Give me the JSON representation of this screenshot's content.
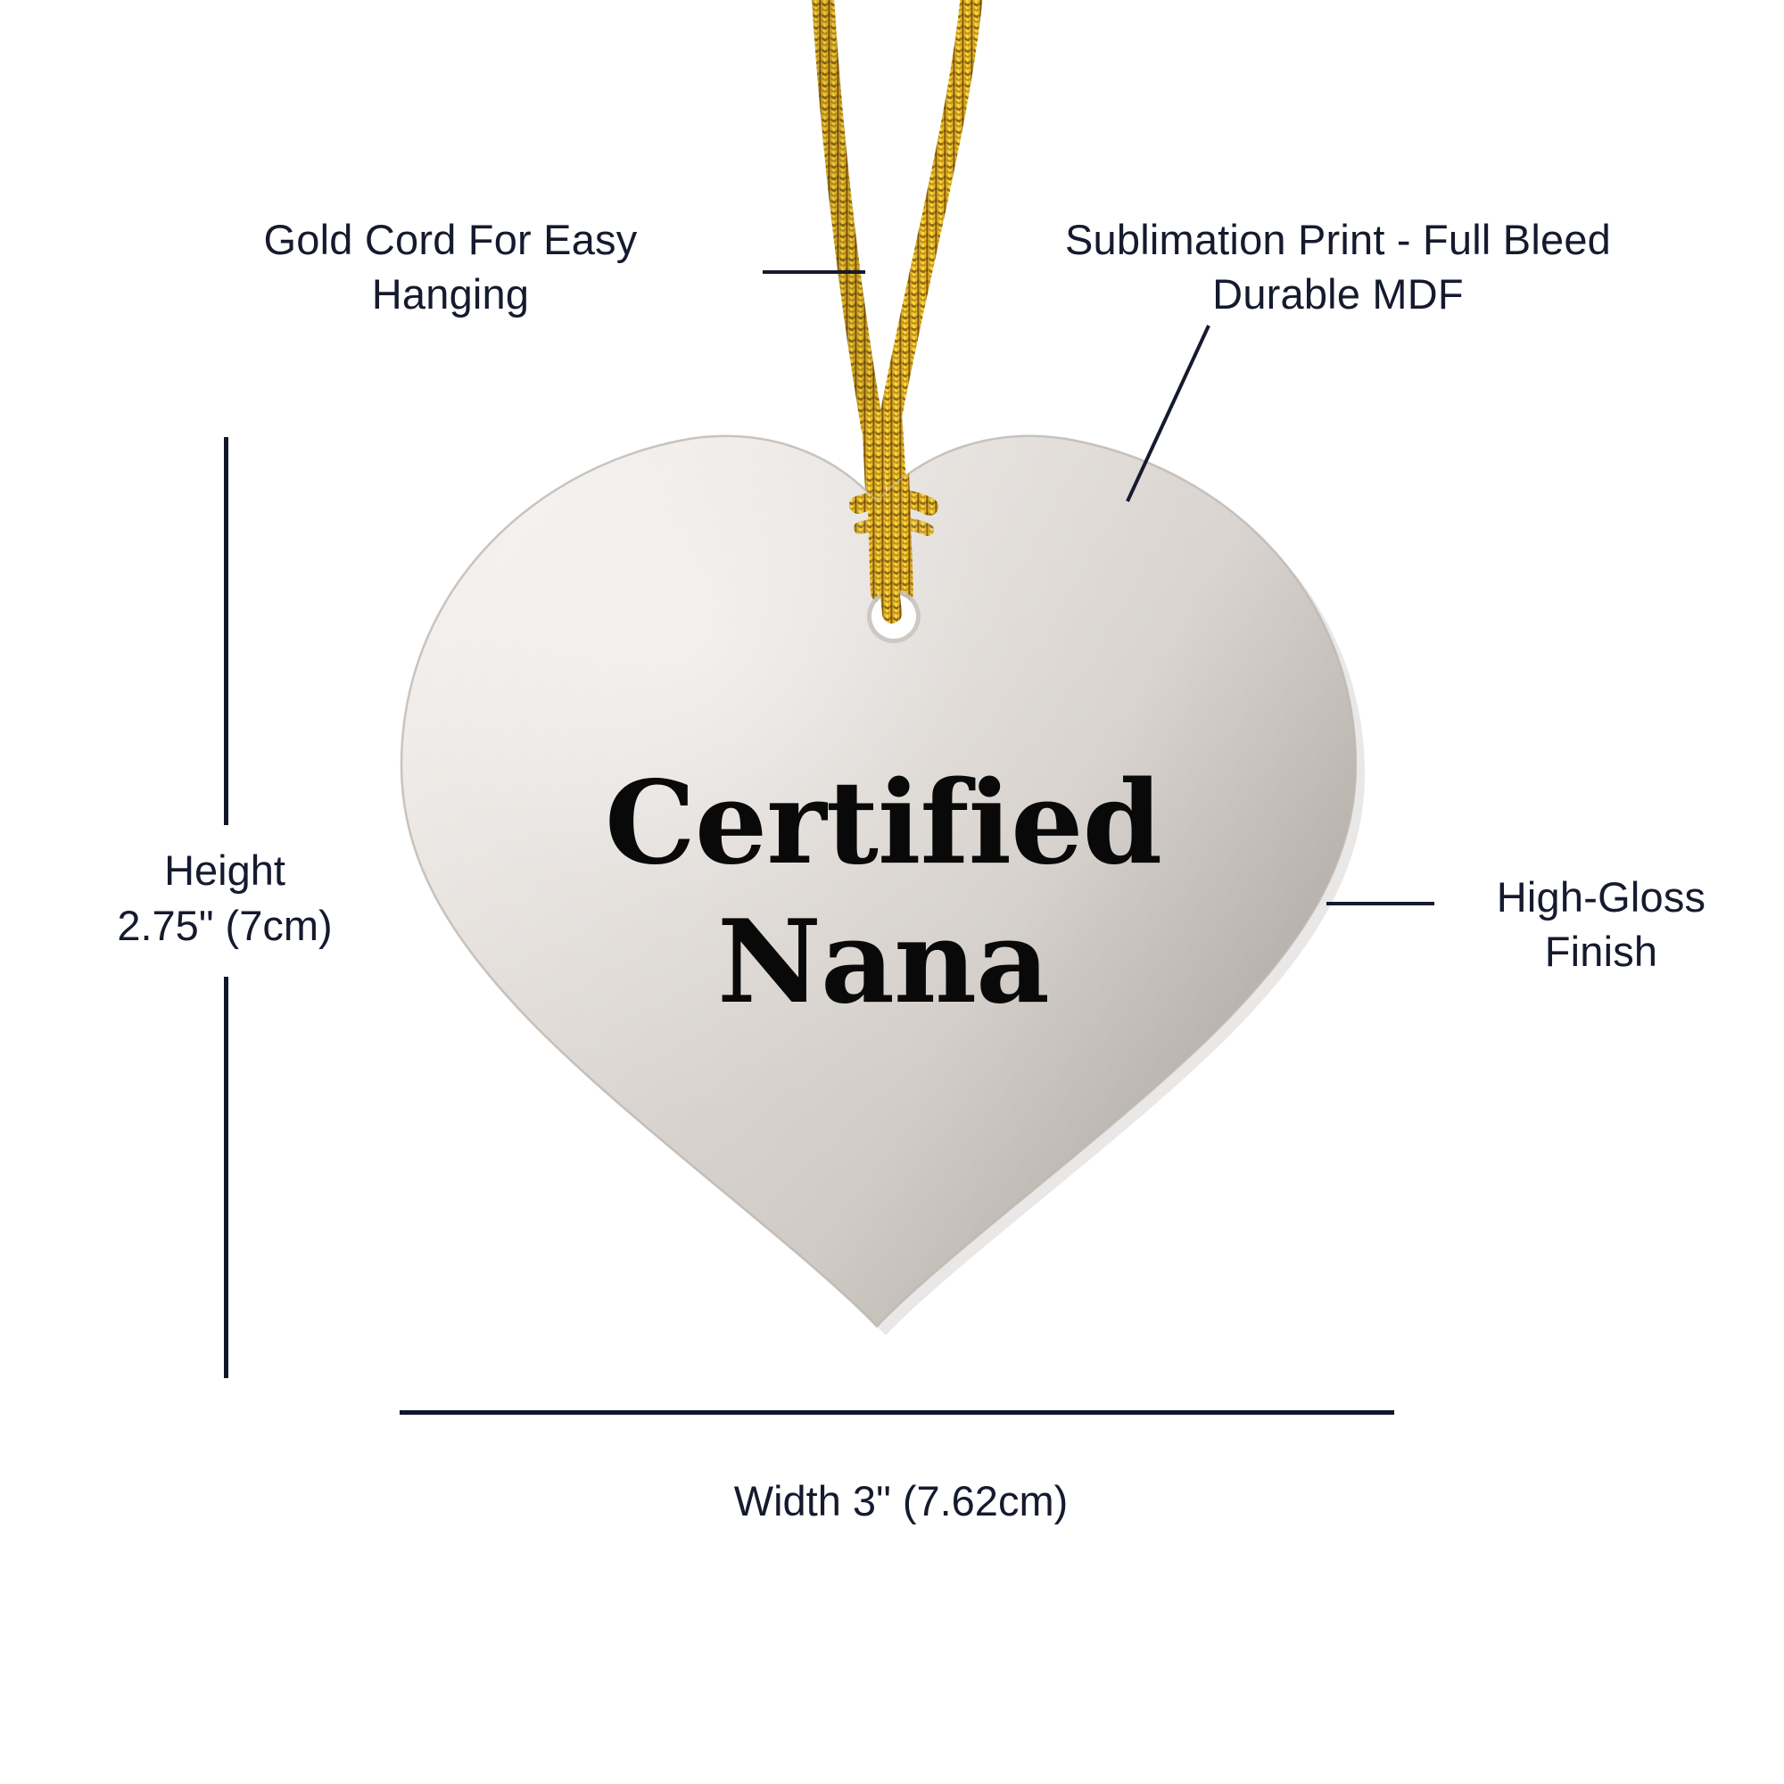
{
  "product": {
    "type": "heart-ornament",
    "printed_text_line1": "Certified",
    "printed_text_line2": "Nana",
    "printed_text": "Certified\nNana",
    "face_color": "#ded9d4",
    "print_color": "#090909"
  },
  "annotations": {
    "gold_cord": {
      "label": "Gold Cord For Easy\nHanging",
      "line1": "Gold Cord For Easy",
      "line2": "Hanging"
    },
    "sublimation": {
      "label": "Sublimation Print - Full Bleed\nDurable MDF",
      "line1": "Sublimation Print - Full Bleed",
      "line2": "Durable MDF"
    },
    "gloss": {
      "label": "High-Gloss\nFinish",
      "line1": "High-Gloss",
      "line2": "Finish"
    }
  },
  "dimensions": {
    "height": {
      "label": "Height\n2.75\" (7cm)",
      "name": "Height",
      "value_in": "2.75\"",
      "value_cm": "(7cm)"
    },
    "width": {
      "label": "Width 3\" (7.62cm)",
      "name": "Width",
      "value_in": "3\"",
      "value_cm": "(7.62cm)"
    }
  },
  "colors": {
    "text": "#161a2e",
    "rule": "#111528",
    "cord_gold_light": "#ffdd33",
    "cord_gold_mid": "#e8a710",
    "cord_gold_dark": "#6e4a06",
    "background": "#ffffff"
  },
  "icons": {
    "hang_hole": "hang-hole-icon",
    "cord": "gold-cord-icon",
    "heart": "heart-ornament-icon"
  }
}
